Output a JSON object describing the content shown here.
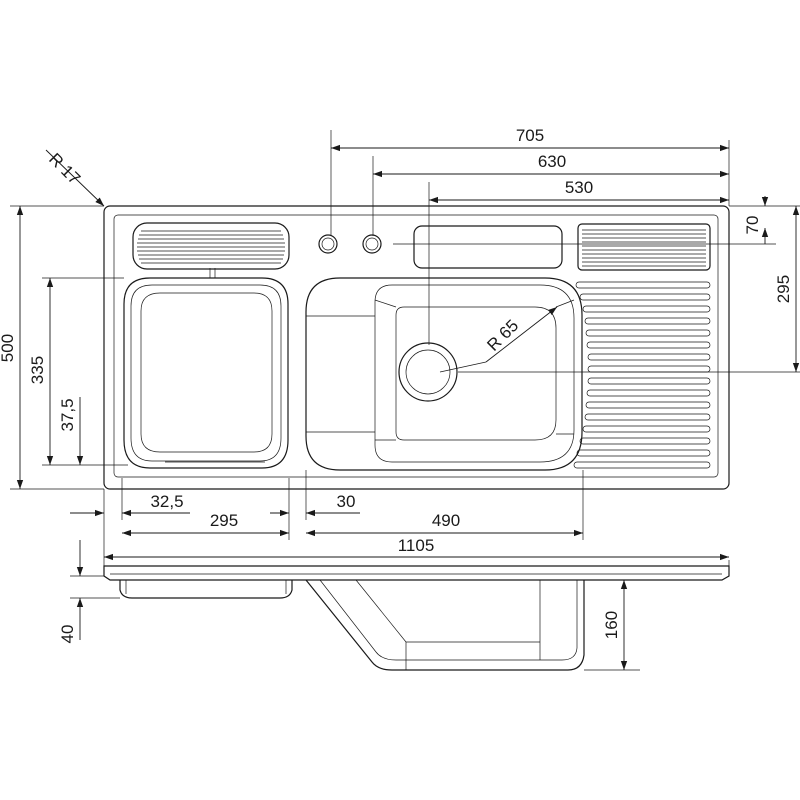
{
  "dimensions": {
    "r17": "R 17",
    "d705": "705",
    "d630": "630",
    "d530": "530",
    "d70": "70",
    "d295_right": "295",
    "d500": "500",
    "d335": "335",
    "d37_5": "37,5",
    "r65": "R 65",
    "d32_5": "32,5",
    "d295_bottom": "295",
    "d30": "30",
    "d490": "490",
    "d1105": "1105",
    "d40": "40",
    "d160": "160"
  }
}
